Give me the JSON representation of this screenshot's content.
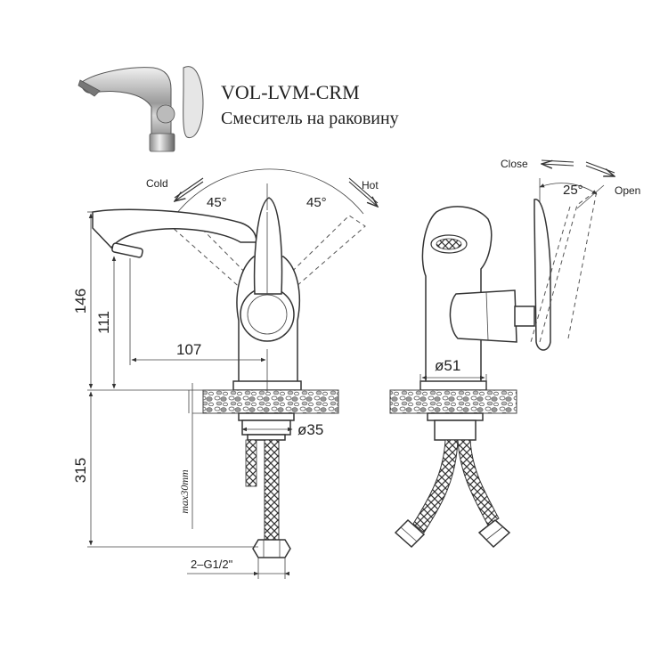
{
  "product": {
    "model": "VOL-LVM-CRM",
    "description": "Смеситель на раковину"
  },
  "front_view": {
    "label_cold": "Cold",
    "label_hot": "Hot",
    "angle_left": "45°",
    "angle_right": "45°",
    "dim_total_height": "146",
    "dim_spout_height": "111",
    "dim_spout_reach": "107",
    "dim_base_diameter": "ø35",
    "dim_hose_length": "315",
    "dim_max_thickness": "max30mm",
    "dim_thread": "2–G1/2\""
  },
  "side_view": {
    "label_close": "Close",
    "label_open": "Open",
    "angle_open": "25°",
    "dim_body_diameter": "ø51"
  }
}
